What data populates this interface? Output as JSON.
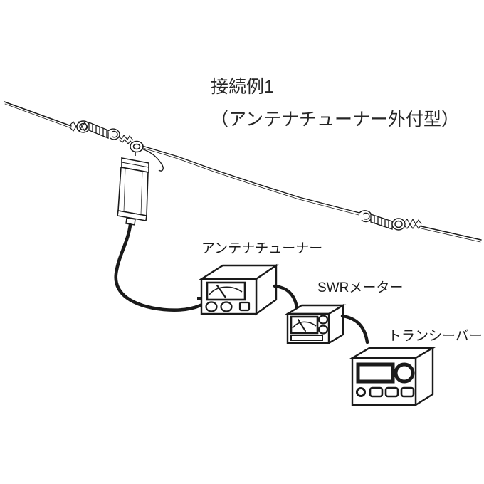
{
  "page": {
    "background_color": "#ffffff",
    "line_color": "#1a1a1a",
    "text_color": "#262626"
  },
  "title": {
    "line1": "接続例1",
    "line2": "（アンテナチューナー外付型）"
  },
  "labels": {
    "antenna_tuner": "アンテナチューナー",
    "swr_meter": "SWRメーター",
    "transceiver": "トランシーバー"
  },
  "diagram": {
    "type": "wiring-diagram",
    "components": [
      {
        "name": "antenna-wire",
        "description": "水平ワイヤーアンテナ"
      },
      {
        "name": "egg-insulator-left",
        "description": "碍子（左）"
      },
      {
        "name": "egg-insulator-right",
        "description": "碍子（右）"
      },
      {
        "name": "balun",
        "description": "バラン / 中央給電部"
      },
      {
        "name": "coax-cable",
        "description": "同軸ケーブル"
      },
      {
        "name": "antenna-tuner",
        "description": "アンテナチューナー"
      },
      {
        "name": "swr-meter",
        "description": "SWRメーター"
      },
      {
        "name": "transceiver",
        "description": "トランシーバー"
      }
    ],
    "signal_path": [
      "antenna-wire",
      "balun",
      "antenna-tuner",
      "swr-meter",
      "transceiver"
    ]
  }
}
